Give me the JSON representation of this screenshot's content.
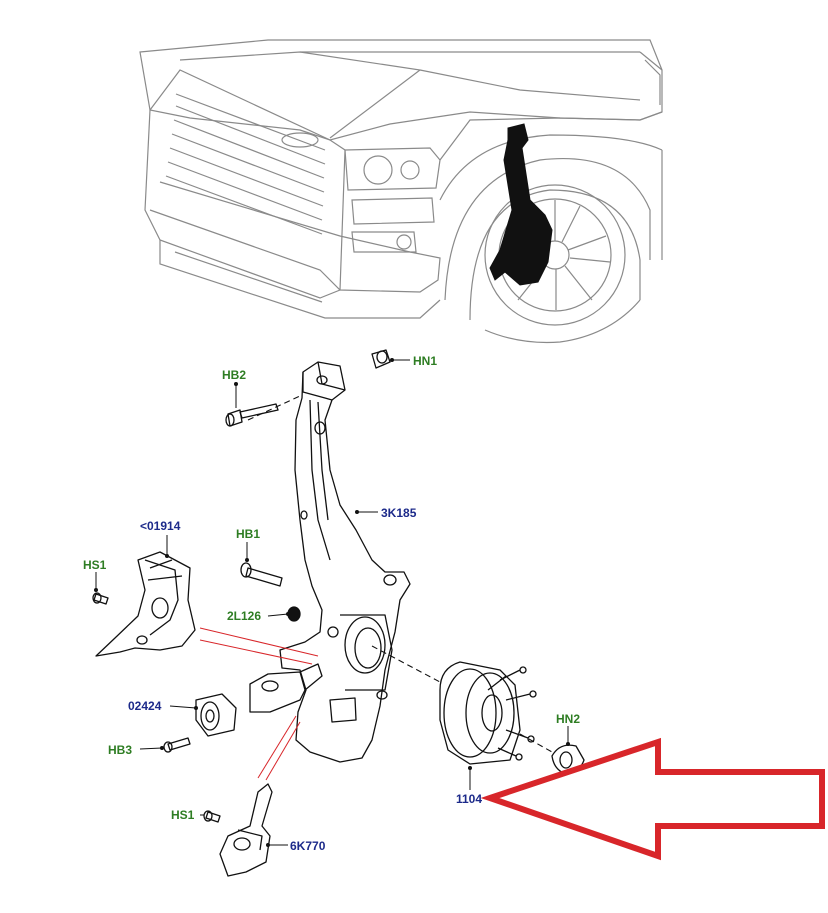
{
  "labels": {
    "hn1": "HN1",
    "hb2": "HB2",
    "k3k185": "3K185",
    "c01914": "<01914",
    "hb1": "HB1",
    "hs1_top": "HS1",
    "l2l126": "2L126",
    "c02424": "02424",
    "hb3": "HB3",
    "hn2": "HN2",
    "p1104": "1104",
    "hs1_bottom": "HS1",
    "k6k770": "6K770"
  },
  "colors": {
    "green_label": "#2e7d23",
    "blue_label": "#1c2a8a",
    "arrow": "#d8262a",
    "linework": "#111111",
    "car_outline": "#8a8a8a",
    "knuckle_fill": "#111111"
  }
}
